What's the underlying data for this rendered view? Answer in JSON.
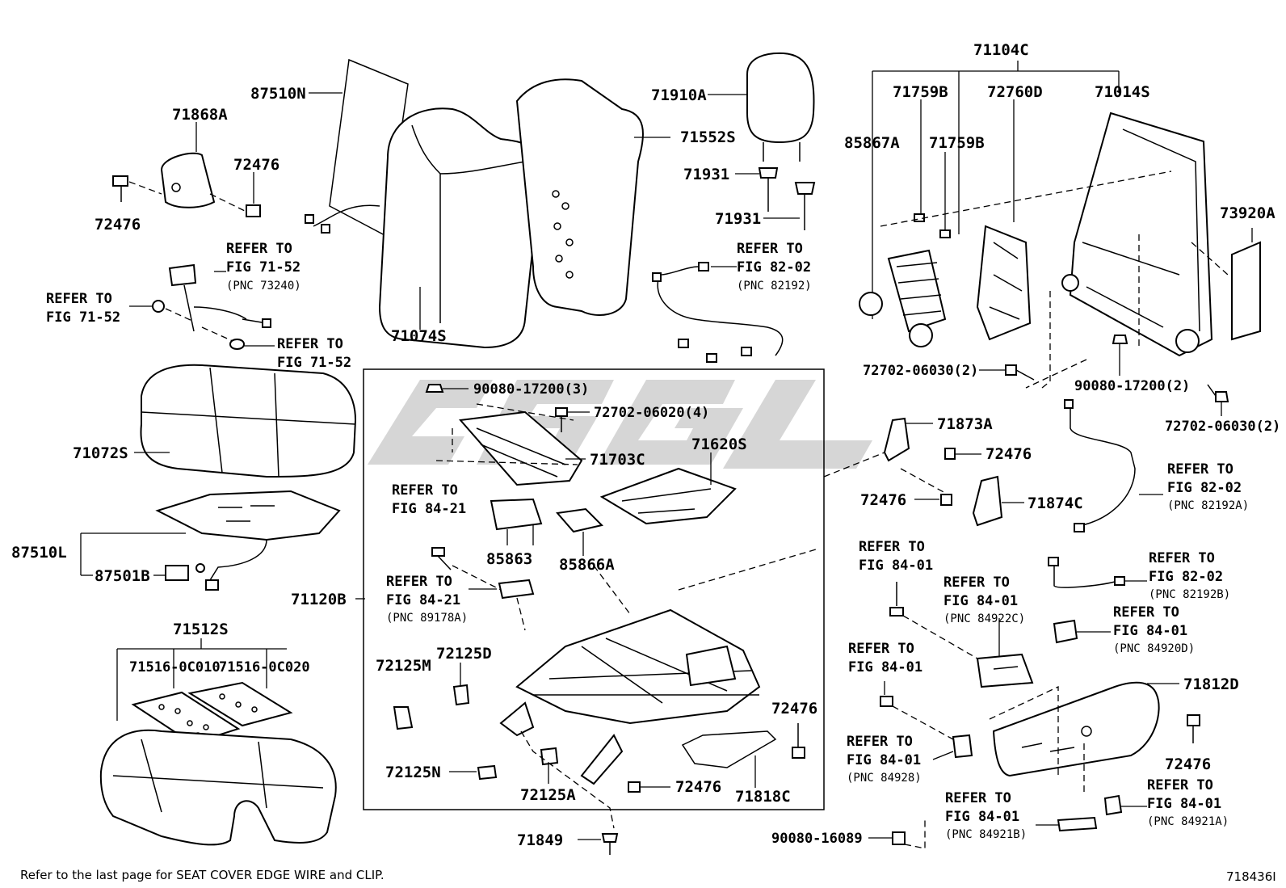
{
  "diagram_id": "718436I",
  "footer_note": "Refer to the last page for SEAT COVER EDGE WIRE and CLIP.",
  "watermark": "GSGL",
  "labels": {
    "l87510N": "87510N",
    "l71868A": "71868A",
    "l72476a": "72476",
    "l72476b": "72476",
    "l71910A": "71910A",
    "l71552S": "71552S",
    "l71931a": "71931",
    "l71931b": "71931",
    "l71104C": "71104C",
    "l71759Ba": "71759B",
    "l72760D": "72760D",
    "l71014S": "71014S",
    "l85867A": "85867A",
    "l71759Bb": "71759B",
    "l73920A": "73920A",
    "l71074S": "71074S",
    "l71072S": "71072S",
    "l87510L": "87510L",
    "l87501B": "87501B",
    "l71512S": "71512S",
    "l71516a": "71516-0C010",
    "l71516b": "71516-0C020",
    "l90080_17200_3": "90080-17200(3)",
    "l72702_06020_4": "72702-06020(4)",
    "l71703C": "71703C",
    "l71620S": "71620S",
    "l85863": "85863",
    "l85866A": "85866A",
    "l71120B": "71120B",
    "l72125M": "72125M",
    "l72125D": "72125D",
    "l72125N": "72125N",
    "l72125A": "72125A",
    "l71849": "71849",
    "l72476c": "72476",
    "l71818C": "71818C",
    "l72476d": "72476",
    "l72702_06030_2a": "72702-06030(2)",
    "l90080_17200_2": "90080-17200(2)",
    "l72702_06030_2b": "72702-06030(2)",
    "l71873A": "71873A",
    "l72476e": "72476",
    "l72476f": "72476",
    "l71874C": "71874C",
    "l71812D": "71812D",
    "l72476g": "72476",
    "l90080_16089": "90080-16089"
  },
  "refs": {
    "r1": {
      "l1": "REFER TO",
      "l2": "FIG 71-52",
      "l3": "(PNC 73240)"
    },
    "r2": {
      "l1": "REFER TO",
      "l2": "FIG 71-52"
    },
    "r3": {
      "l1": "REFER TO",
      "l2": "FIG 71-52"
    },
    "r4": {
      "l1": "REFER TO",
      "l2": "FIG 82-02",
      "l3": "(PNC 82192)"
    },
    "r5": {
      "l1": "REFER TO",
      "l2": "FIG 84-21"
    },
    "r6": {
      "l1": "REFER TO",
      "l2": "FIG 84-21",
      "l3": "(PNC 89178A)"
    },
    "r7": {
      "l1": "REFER TO",
      "l2": "FIG 82-02",
      "l3": "(PNC 82192A)"
    },
    "r8": {
      "l1": "REFER TO",
      "l2": "FIG 84-01"
    },
    "r9": {
      "l1": "REFER TO",
      "l2": "FIG 84-01",
      "l3": "(PNC 84922C)"
    },
    "r10": {
      "l1": "REFER TO",
      "l2": "FIG 82-02",
      "l3": "(PNC 82192B)"
    },
    "r11": {
      "l1": "REFER TO",
      "l2": "FIG 84-01",
      "l3": "(PNC 84920D)"
    },
    "r12": {
      "l1": "REFER TO",
      "l2": "FIG 84-01"
    },
    "r13": {
      "l1": "REFER TO",
      "l2": "FIG 84-01",
      "l3": "(PNC 84928)"
    },
    "r14": {
      "l1": "REFER TO",
      "l2": "FIG 84-01",
      "l3": "(PNC 84921B)"
    },
    "r15": {
      "l1": "REFER TO",
      "l2": "FIG 84-01",
      "l3": "(PNC 84921A)"
    }
  }
}
